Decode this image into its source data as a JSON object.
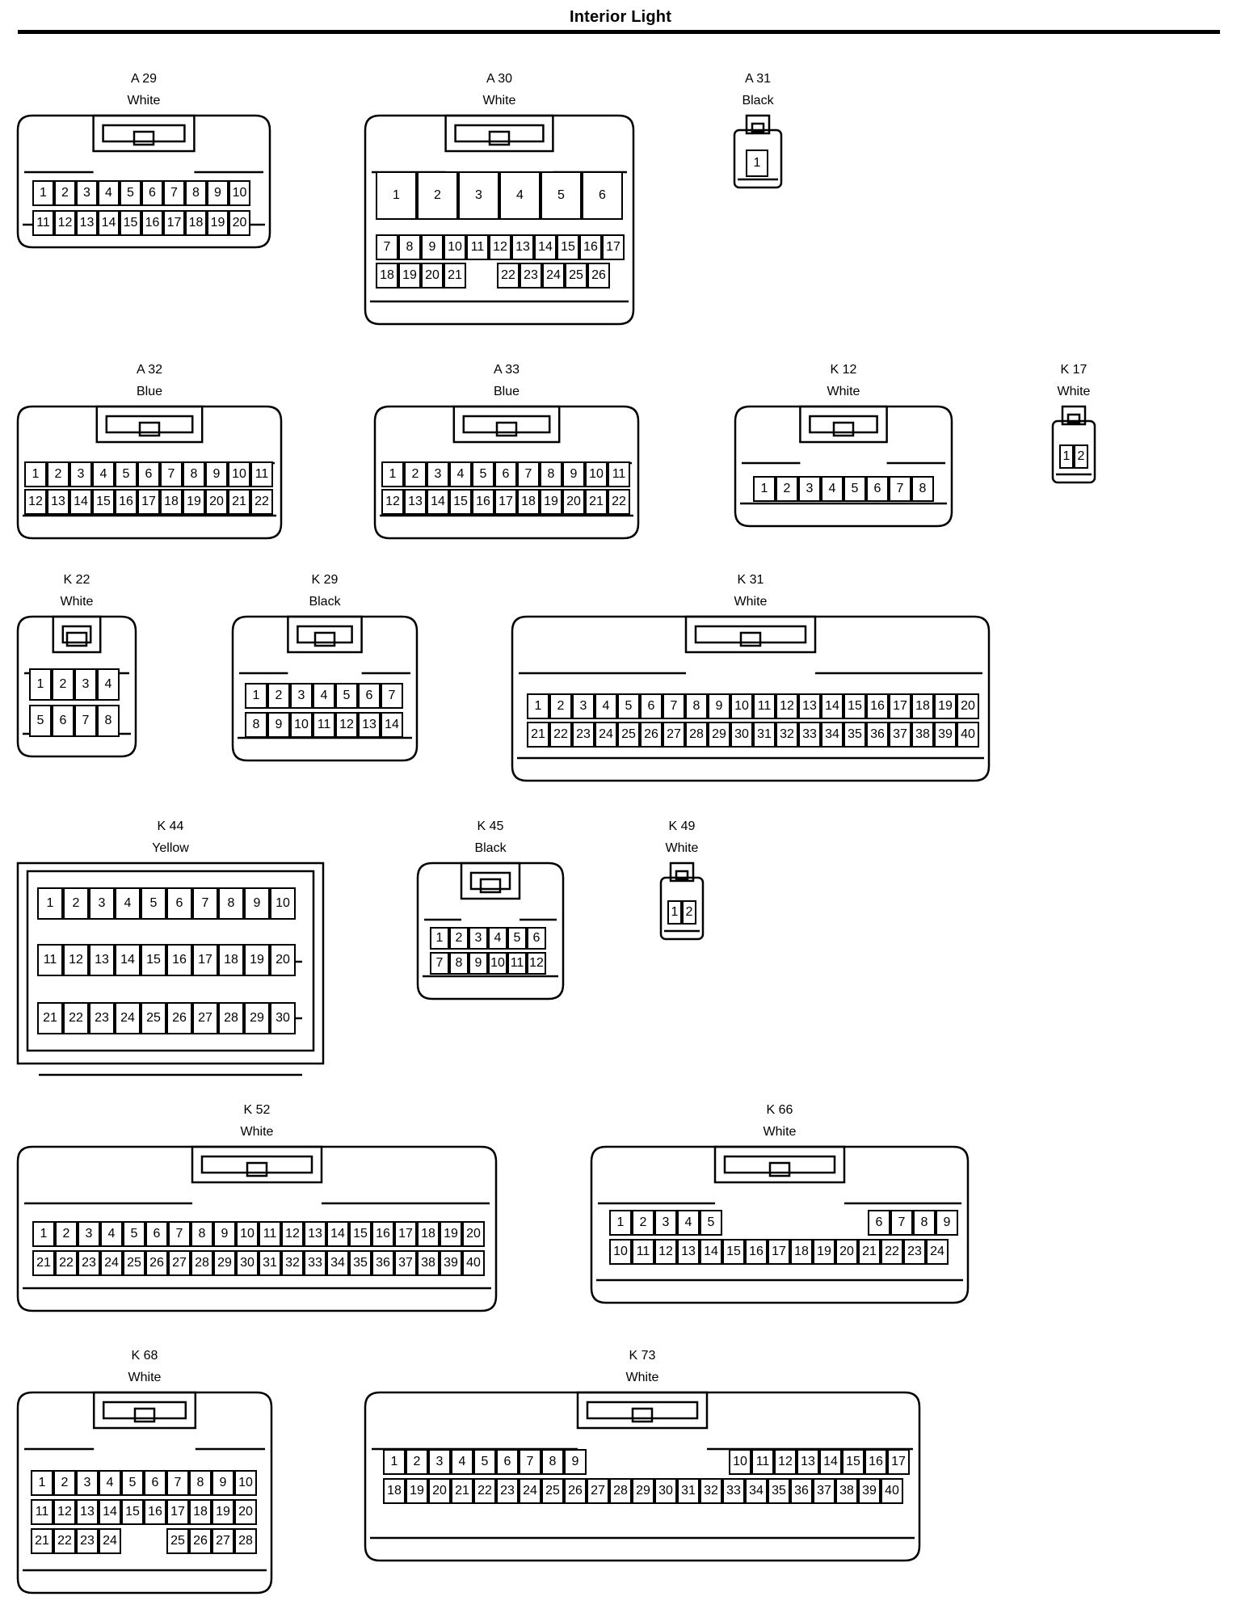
{
  "page": {
    "title": "Interior Light"
  },
  "connectors": [
    {
      "id": "A 29",
      "color": "White",
      "rows": [
        [
          "1",
          "2",
          "3",
          "4",
          "5",
          "6",
          "7",
          "8",
          "9",
          "10"
        ],
        [
          "11",
          "12",
          "13",
          "14",
          "15",
          "16",
          "17",
          "18",
          "19",
          "20"
        ]
      ]
    },
    {
      "id": "A 30",
      "color": "White",
      "rows": [
        [
          "1",
          "2",
          "3",
          "4",
          "5",
          "6"
        ],
        [
          "7",
          "8",
          "9",
          "10",
          "11",
          "12",
          "13",
          "14",
          "15",
          "16",
          "17"
        ],
        [
          "18",
          "19",
          "20",
          "21",
          "",
          "22",
          "23",
          "24",
          "25",
          "26"
        ]
      ]
    },
    {
      "id": "A 31",
      "color": "Black",
      "rows": [
        [
          "1"
        ]
      ]
    },
    {
      "id": "A 32",
      "color": "Blue",
      "rows": [
        [
          "1",
          "2",
          "3",
          "4",
          "5",
          "6",
          "7",
          "8",
          "9",
          "10",
          "11"
        ],
        [
          "12",
          "13",
          "14",
          "15",
          "16",
          "17",
          "18",
          "19",
          "20",
          "21",
          "22"
        ]
      ]
    },
    {
      "id": "A 33",
      "color": "Blue",
      "rows": [
        [
          "1",
          "2",
          "3",
          "4",
          "5",
          "6",
          "7",
          "8",
          "9",
          "10",
          "11"
        ],
        [
          "12",
          "13",
          "14",
          "15",
          "16",
          "17",
          "18",
          "19",
          "20",
          "21",
          "22"
        ]
      ]
    },
    {
      "id": "K 12",
      "color": "White",
      "rows": [
        [
          "1",
          "2",
          "3",
          "4",
          "5",
          "6",
          "7",
          "8"
        ]
      ]
    },
    {
      "id": "K 17",
      "color": "White",
      "rows": [
        [
          "1",
          "2"
        ]
      ]
    },
    {
      "id": "K 22",
      "color": "White",
      "rows": [
        [
          "1",
          "2",
          "3",
          "4"
        ],
        [
          "5",
          "6",
          "7",
          "8"
        ]
      ]
    },
    {
      "id": "K 29",
      "color": "Black",
      "rows": [
        [
          "1",
          "2",
          "3",
          "4",
          "5",
          "6",
          "7"
        ],
        [
          "8",
          "9",
          "10",
          "11",
          "12",
          "13",
          "14"
        ]
      ]
    },
    {
      "id": "K 31",
      "color": "White",
      "rows": [
        [
          "1",
          "2",
          "3",
          "4",
          "5",
          "6",
          "7",
          "8",
          "9",
          "10",
          "11",
          "12",
          "13",
          "14",
          "15",
          "16",
          "17",
          "18",
          "19",
          "20"
        ],
        [
          "21",
          "22",
          "23",
          "24",
          "25",
          "26",
          "27",
          "28",
          "29",
          "30",
          "31",
          "32",
          "33",
          "34",
          "35",
          "36",
          "37",
          "38",
          "39",
          "40"
        ]
      ]
    },
    {
      "id": "K 44",
      "color": "Yellow",
      "rows": [
        [
          "1",
          "2",
          "3",
          "4",
          "5",
          "6",
          "7",
          "8",
          "9",
          "10"
        ],
        [
          "11",
          "12",
          "13",
          "14",
          "15",
          "16",
          "17",
          "18",
          "19",
          "20"
        ],
        [
          "21",
          "22",
          "23",
          "24",
          "25",
          "26",
          "27",
          "28",
          "29",
          "30"
        ]
      ]
    },
    {
      "id": "K 45",
      "color": "Black",
      "rows": [
        [
          "1",
          "2",
          "3",
          "4",
          "5",
          "6"
        ],
        [
          "7",
          "8",
          "9",
          "10",
          "11",
          "12"
        ]
      ]
    },
    {
      "id": "K 49",
      "color": "White",
      "rows": [
        [
          "1",
          "2"
        ]
      ]
    },
    {
      "id": "K 52",
      "color": "White",
      "rows": [
        [
          "1",
          "2",
          "3",
          "4",
          "5",
          "6",
          "7",
          "8",
          "9",
          "10",
          "11",
          "12",
          "13",
          "14",
          "15",
          "16",
          "17",
          "18",
          "19",
          "20"
        ],
        [
          "21",
          "22",
          "23",
          "24",
          "25",
          "26",
          "27",
          "28",
          "29",
          "30",
          "31",
          "32",
          "33",
          "34",
          "35",
          "36",
          "37",
          "38",
          "39",
          "40"
        ]
      ]
    },
    {
      "id": "K 66",
      "color": "White",
      "rows": [
        [
          "1",
          "2",
          "3",
          "4",
          "5",
          "6",
          "7",
          "8",
          "9"
        ],
        [
          "10",
          "11",
          "12",
          "13",
          "14",
          "15",
          "16",
          "17",
          "18",
          "19",
          "20",
          "21",
          "22",
          "23",
          "24"
        ]
      ]
    },
    {
      "id": "K 68",
      "color": "White",
      "rows": [
        [
          "1",
          "2",
          "3",
          "4",
          "5",
          "6",
          "7",
          "8",
          "9",
          "10"
        ],
        [
          "11",
          "12",
          "13",
          "14",
          "15",
          "16",
          "17",
          "18",
          "19",
          "20"
        ],
        [
          "21",
          "22",
          "23",
          "24",
          "25",
          "26",
          "27",
          "28"
        ]
      ]
    },
    {
      "id": "K 73",
      "color": "White",
      "rows": [
        [
          "1",
          "2",
          "3",
          "4",
          "5",
          "6",
          "7",
          "8",
          "9",
          "10",
          "11",
          "12",
          "13",
          "14",
          "15",
          "16",
          "17"
        ],
        [
          "18",
          "19",
          "20",
          "21",
          "22",
          "23",
          "24",
          "25",
          "26",
          "27",
          "28",
          "29",
          "30",
          "31",
          "32",
          "33",
          "34",
          "35",
          "36",
          "37",
          "38",
          "39",
          "40"
        ]
      ]
    }
  ]
}
